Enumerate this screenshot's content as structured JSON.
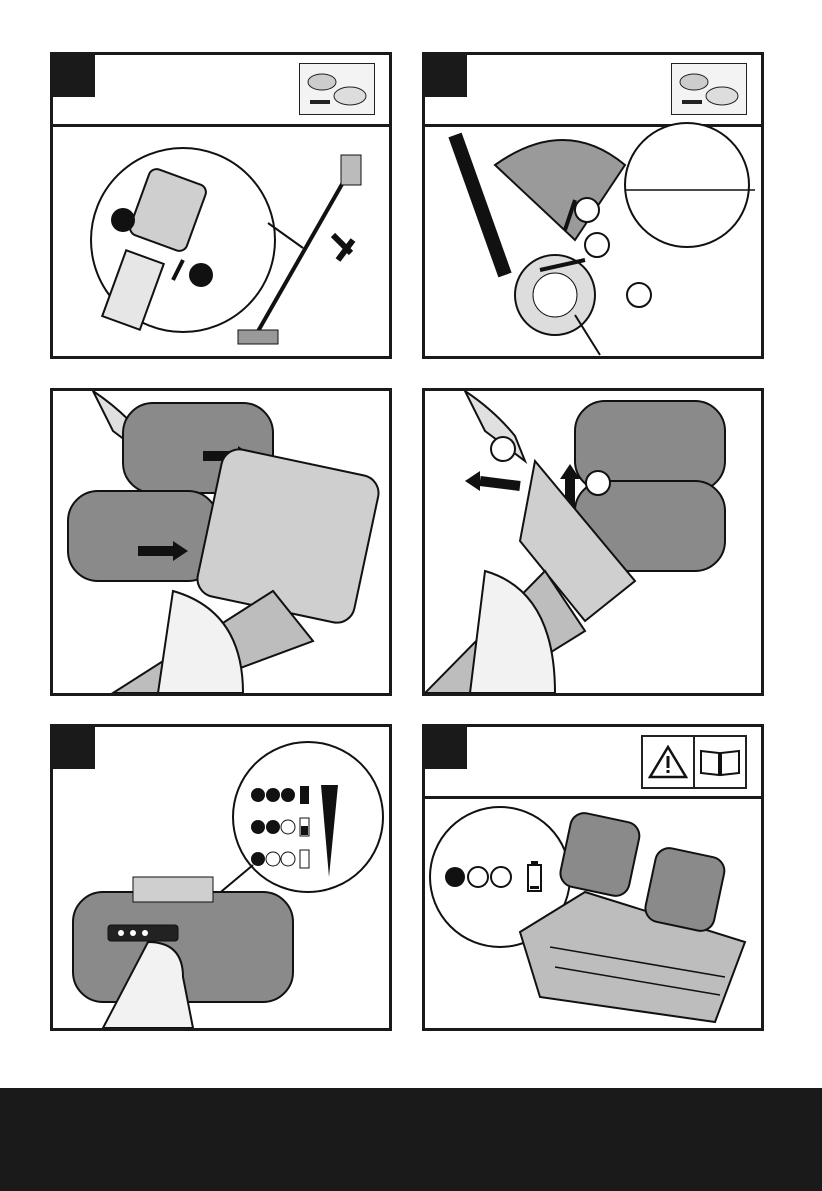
{
  "panels": [
    {
      "id": "assembly-shaft",
      "step": "",
      "has_thumb": true
    },
    {
      "id": "assembly-guard",
      "step": "",
      "has_thumb": true
    },
    {
      "id": "battery-insert",
      "step": "",
      "has_thumb": false
    },
    {
      "id": "battery-remove",
      "step": "",
      "has_thumb": false
    },
    {
      "id": "battery-level",
      "step": "",
      "has_thumb": false
    },
    {
      "id": "charger-dock",
      "step": "",
      "has_thumb": false
    }
  ],
  "labels": {
    "callout_numbers": [
      "",
      "",
      "",
      "",
      ""
    ]
  },
  "footer": {
    "page_number": ""
  },
  "icons": [
    "warning-triangle-icon",
    "manual-book-icon",
    "battery-icon",
    "arrow-icon"
  ],
  "colors": {
    "ink": "#1a1a1a",
    "paper": "#ffffff",
    "shade": "#bdbdbd"
  }
}
